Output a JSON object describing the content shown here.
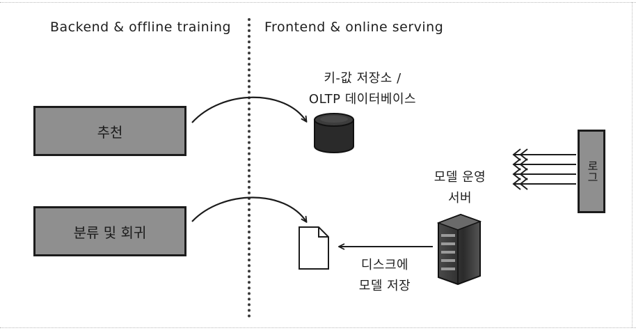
{
  "header": {
    "left": "Backend & offline training",
    "right": "Frontend & online serving"
  },
  "boxes": {
    "recommendation": "추천",
    "classification": "분류 및 회귀",
    "logs": "로그"
  },
  "kv_store": {
    "line1": "키-값 저장소 /",
    "line2": "OLTP 데이터베이스"
  },
  "model_server": {
    "line1": "모델 운영",
    "line2": "서버"
  },
  "disk_save": {
    "line1": "디스크에",
    "line2": "모델 저장"
  },
  "colors": {
    "box_fill": "#8f8f8f",
    "ink": "#1b1b1b",
    "db_fill": "#2a2a2a"
  }
}
